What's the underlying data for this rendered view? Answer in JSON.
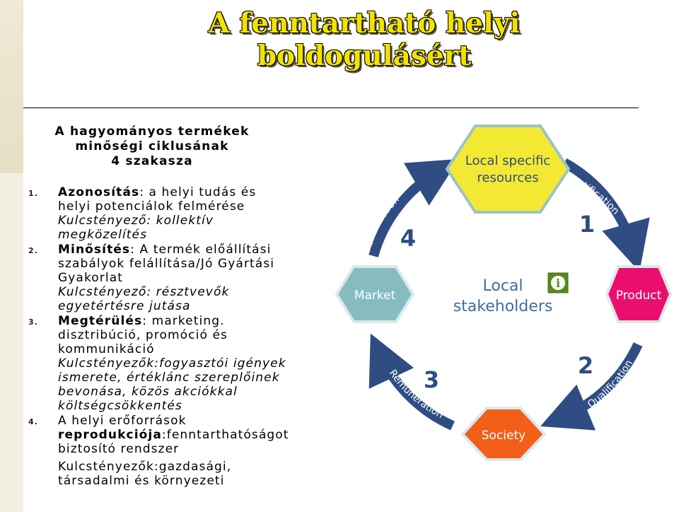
{
  "title": {
    "line1": "A fenntartható helyi",
    "line2": "boldogulásért"
  },
  "intro": {
    "line1": "A hagyományos termékek",
    "line2": "minőségi ciklusának",
    "line3": "4 szakasza"
  },
  "steps": [
    {
      "num": "1.",
      "bold": "Azonosítás",
      "after": ": a helyi tudás és",
      "line2": "helyi potenciálok felmérése",
      "italic1": "Kulcstényező: kollektív",
      "italic2": "megközelítés"
    },
    {
      "num": "2.",
      "bold": "Minősítés",
      "after": ": A termék előállítási",
      "line2": "szabályok felállítása/Jó Gyártási",
      "line3": "Gyakorlat",
      "italic1": "Kulcstényező: résztvevők",
      "italic2": "egyetértésre jutása"
    },
    {
      "num": "3.",
      "bold": "Megtérülés",
      "after": ": marketing.",
      "line2": "disztribúció, promóció és",
      "line3": "kommunikáció",
      "italic1": "Kulcstényezők:fogyasztói igények",
      "italic2": "ismerete, értéklánc szereplőinek",
      "italic3": "bevonása, közös akciókkal",
      "italic4": "költségcsökkentés"
    },
    {
      "num": "4.",
      "before": "A helyi erőforrások",
      "bold": "reprodukciója",
      "after": ":fenntarthatóságot",
      "line3": "biztosító rendszer",
      "line4": "Kulcstényezők:gazdasági,",
      "line5": "társadalmi és környezeti"
    }
  ],
  "diagram": {
    "top_hexagon": {
      "line1": "Local specific",
      "line2": "resources"
    },
    "left_hexagon": "Market",
    "right_hexagon": "Product",
    "bottom_hexagon": "Society",
    "center": {
      "line1": "Local",
      "line2": "stakeholders"
    },
    "info_icon_label": "i",
    "arcs": {
      "identification": "Identification",
      "qualification": "Qualification",
      "remuneration": "Remuneration",
      "reproduction": "Reproduction"
    },
    "numbers": {
      "n1": "1",
      "n2": "2",
      "n3": "3",
      "n4": "4"
    },
    "colors": {
      "arrow": "#2f4d82",
      "top_hex": "#f4e932",
      "side_hex": "#86bcc0",
      "product_hex": "#ea0f6e",
      "society_hex": "#f25f18",
      "center_text": "#3e6ea3"
    }
  }
}
